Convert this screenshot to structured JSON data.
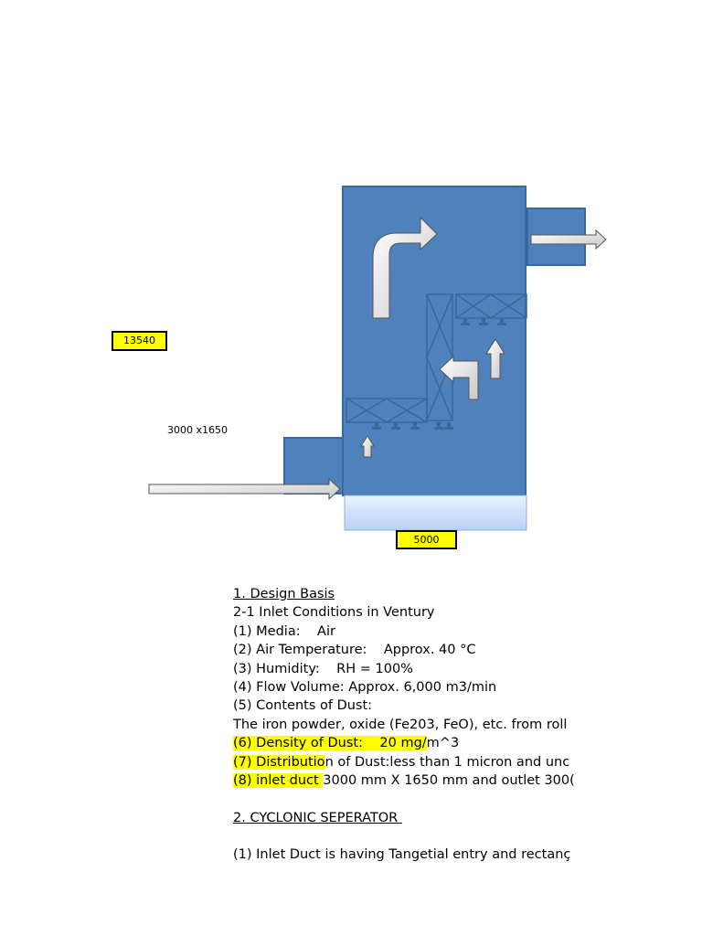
{
  "diagram": {
    "height_label": "13540",
    "width_label": "5000",
    "inlet_size_label": "3000 x1650",
    "colors": {
      "vessel": "#4f81bd",
      "vessel_border": "#3a679c",
      "hopper_top": "#dbe8ff",
      "hopper_bottom": "#b8d0f5",
      "arrow_fill": "#ffffff",
      "label_bg": "#ffff00"
    }
  },
  "notes": {
    "heading1": "1. Design Basis",
    "inlet_conditions": "2-1 Inlet Conditions in Ventury",
    "media": "(1) Media:    Air",
    "air_temp": "(2) Air Temperature:    Approx. 40 °C",
    "humidity": "(3) Humidity:    RH = 100%",
    "flow_volume": "(4) Flow Volume: Approx. 6,000 m3/min",
    "contents": "(5) Contents of Dust:",
    "contents_detail": "The iron powder, oxide (Fe203, FeO), etc. from roll",
    "density_hl": "(6) Density of Dust:    20 mg/",
    "density_rest": "m^3",
    "distribution_hl": "(7) Distributio",
    "distribution_rest": "n of Dust:less than 1 micron and unc",
    "inlet_duct_hl": "(8) inlet duct ",
    "inlet_duct_rest": "3000 mm X 1650 mm and outlet 300(",
    "heading2": "2. CYCLONIC SEPERATOR ",
    "inlet_duct_note": "(1) Inlet Duct is having Tangetial entry and rectanç"
  }
}
